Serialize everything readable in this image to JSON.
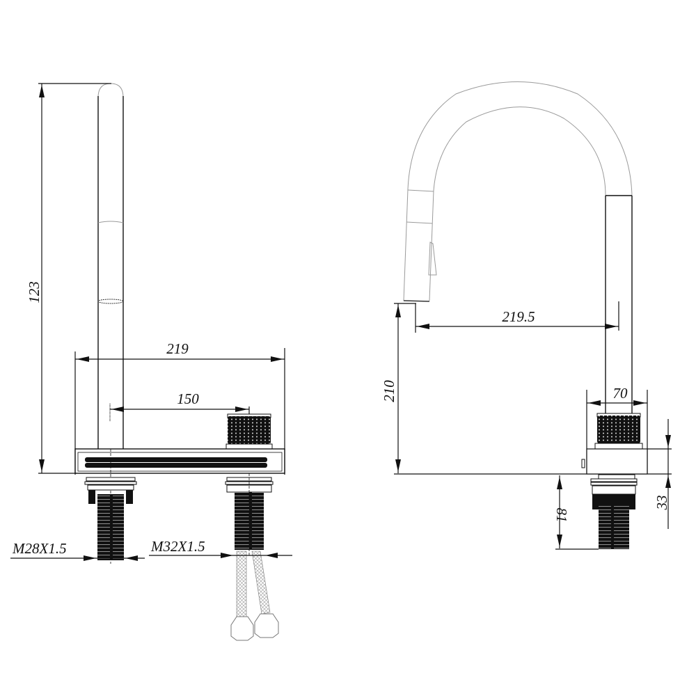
{
  "drawing": {
    "title": "Kitchen faucet dimension drawing",
    "line_color": "#111111",
    "outline_color": "#9a9a9a",
    "background": "#ffffff"
  },
  "front_view": {
    "height_label": "123",
    "width_label": "219",
    "handle_offset_label": "150",
    "thread_left_label": "M28X1.5",
    "thread_right_label": "M32X1.5"
  },
  "side_view": {
    "reach_label": "219.5",
    "spout_height_label": "210",
    "base_width_label": "70",
    "shank_length_label": "81",
    "base_height_label": "33"
  }
}
